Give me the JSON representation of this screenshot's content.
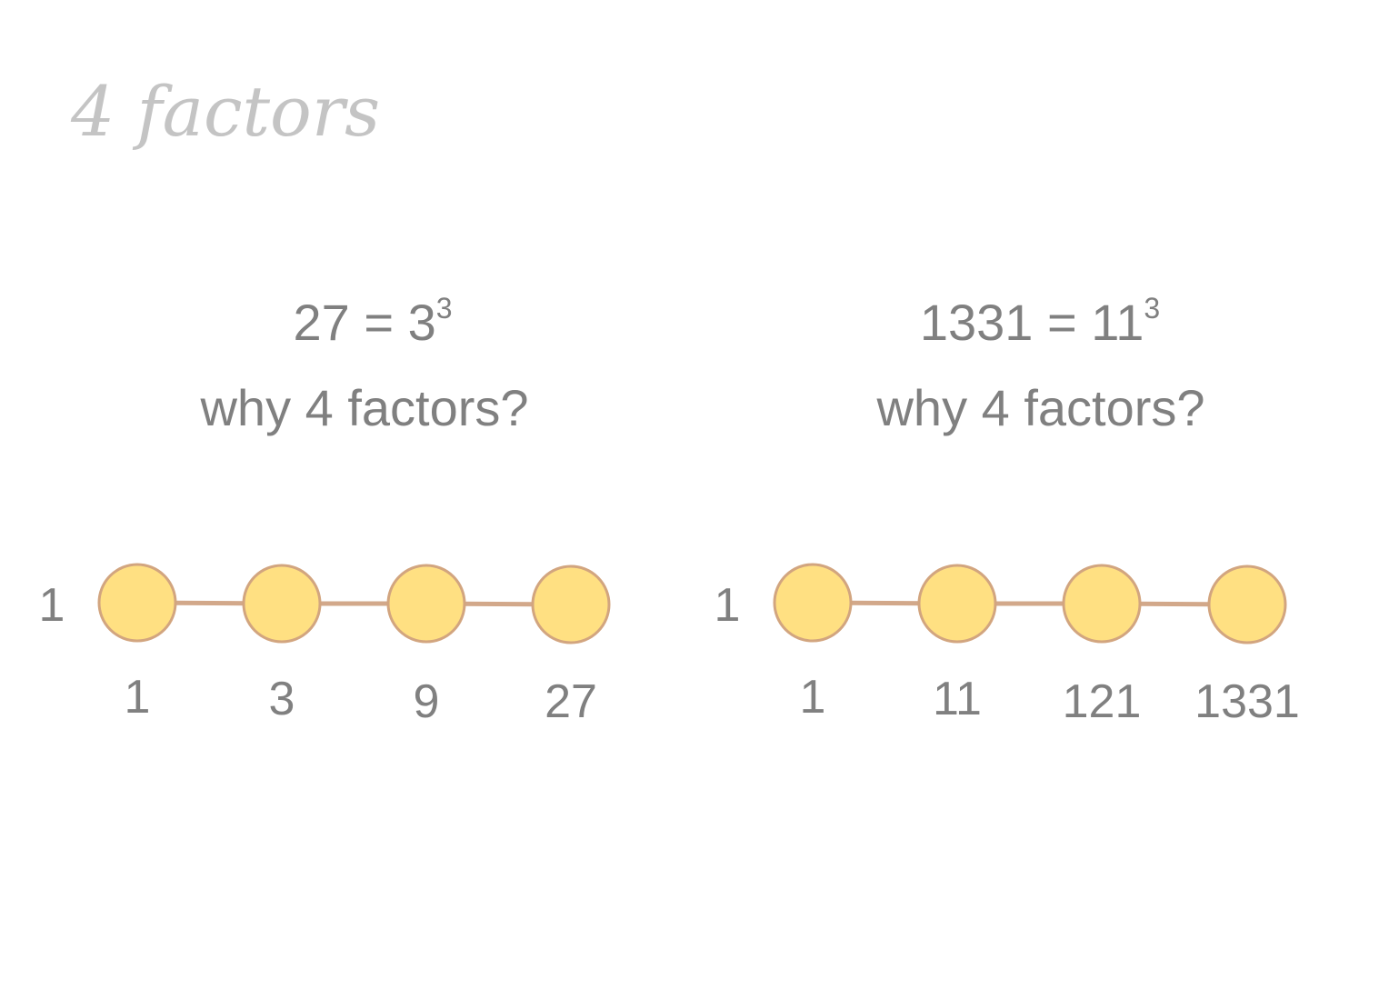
{
  "title": "4 factors",
  "colors": {
    "node_fill": "#ffe082",
    "node_stroke": "#d2a57f",
    "edge": "#d2a88a",
    "text": "#808080",
    "title": "#c4c4c4"
  },
  "panels": [
    {
      "number": "27",
      "base": "3",
      "exponent": "3",
      "equals": "=",
      "question": "why 4 factors?",
      "row_label": "1",
      "factors": [
        "1",
        "3",
        "9",
        "27"
      ]
    },
    {
      "number": "1331",
      "base": "11",
      "exponent": "3",
      "equals": "=",
      "question": "why 4 factors?",
      "row_label": "1",
      "factors": [
        "1",
        "11",
        "121",
        "1331"
      ]
    }
  ]
}
